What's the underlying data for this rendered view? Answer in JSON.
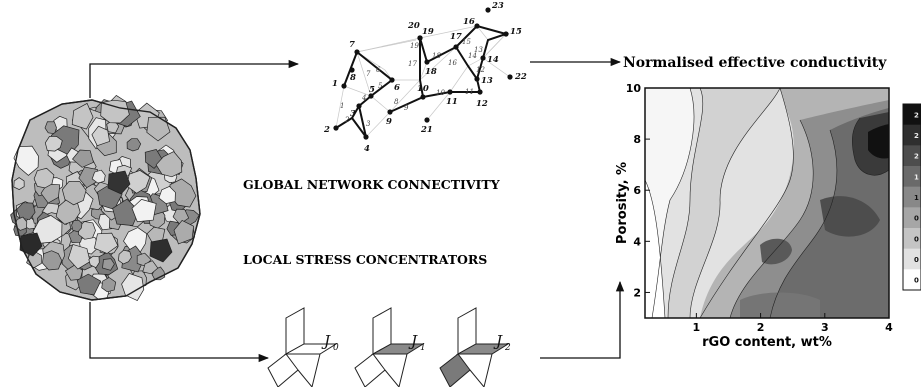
{
  "figure": {
    "labels": {
      "global": "GLOBAL NETWORK CONNECTIVITY",
      "local": "LOCAL STRESS CONCENTRATORS"
    },
    "network": {
      "black_nodes": [
        "1",
        "2",
        "3",
        "4",
        "5",
        "6",
        "7",
        "8",
        "9",
        "10",
        "11",
        "12",
        "13",
        "14",
        "15",
        "16",
        "17",
        "18",
        "19",
        "20",
        "21",
        "22",
        "23"
      ],
      "edge_labels": [
        "1",
        "2",
        "3",
        "4",
        "5",
        "6",
        "7",
        "8",
        "9",
        "10",
        "11",
        "12",
        "13",
        "14",
        "15",
        "16",
        "17",
        "18",
        "19"
      ]
    },
    "junctions": [
      {
        "label": "J",
        "sub": "0",
        "shade": "none"
      },
      {
        "label": "J",
        "sub": "1",
        "shade": "one"
      },
      {
        "label": "J",
        "sub": "2",
        "shade": "two"
      }
    ]
  },
  "chart_data": {
    "type": "heatmap",
    "title": "Normalised effective conductivity",
    "xlabel": "rGO content, wt%",
    "ylabel": "Porosity, %",
    "xticks": [
      "1",
      "2",
      "3",
      "4"
    ],
    "yticks": [
      "2",
      "4",
      "6",
      "8",
      "10"
    ],
    "xlim": [
      0.2,
      4
    ],
    "ylim": [
      1,
      10
    ],
    "colorbar_ticks": [
      "2",
      "2",
      "2",
      "1",
      "1",
      "0",
      "0",
      "0",
      "0"
    ],
    "colors": {
      "low": "#ffffff",
      "high": "#111111"
    }
  }
}
